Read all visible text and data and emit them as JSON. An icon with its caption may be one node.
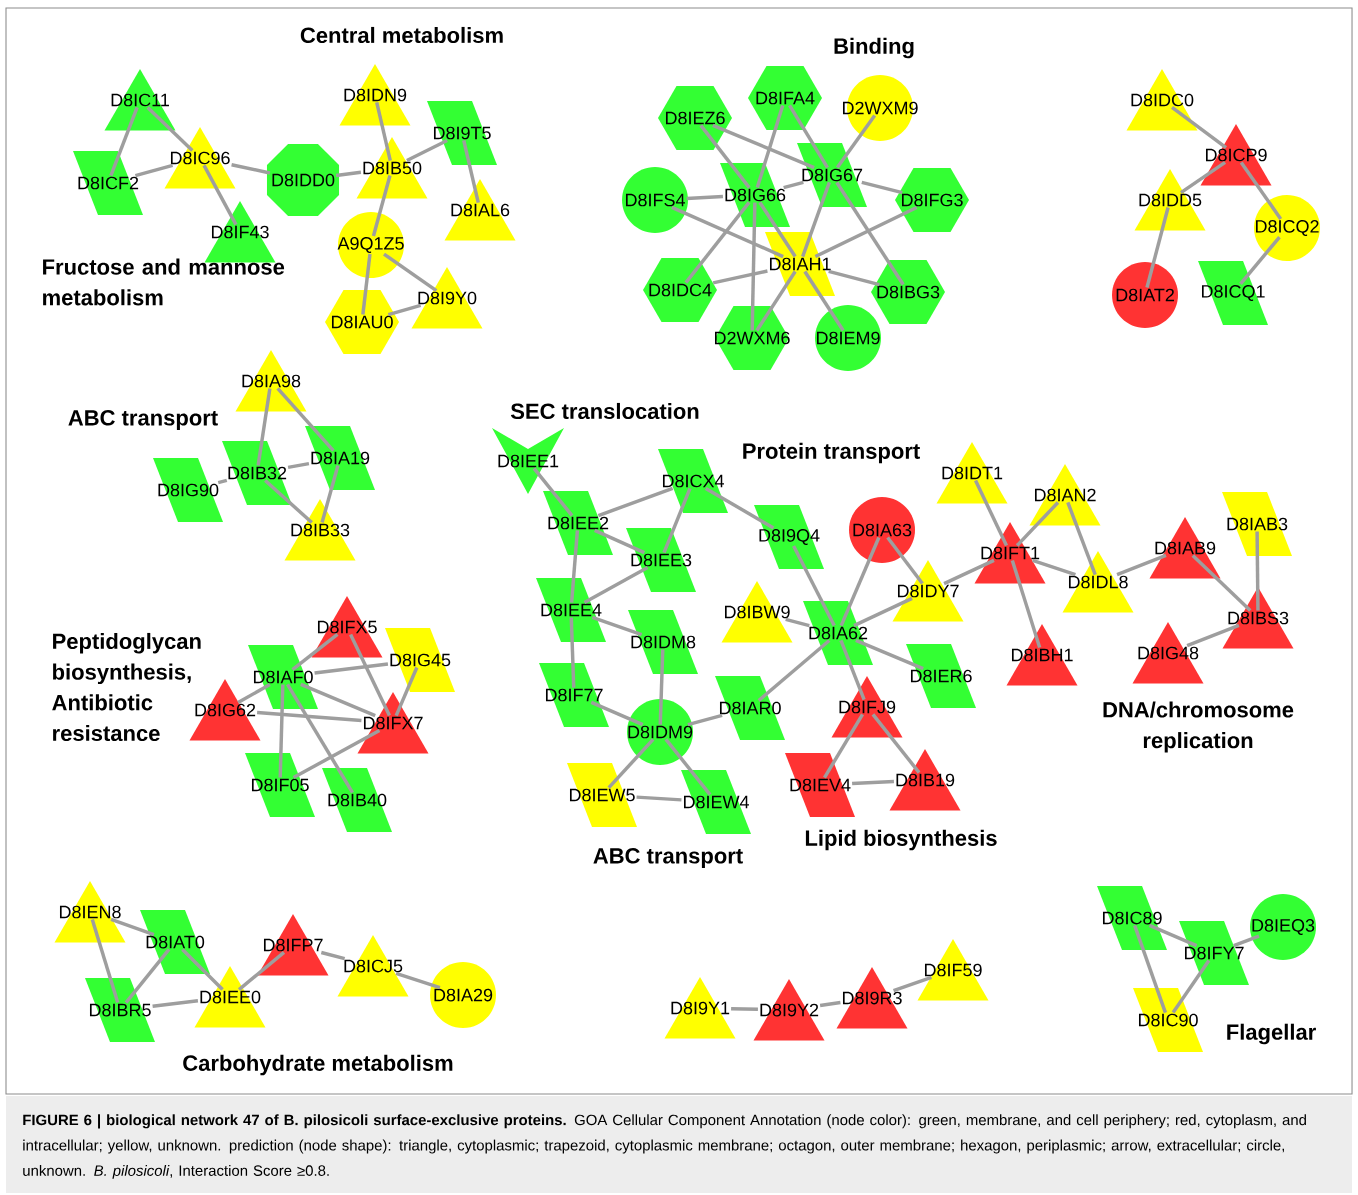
{
  "diagram": {
    "caption": "**FIGURE 6 | biological network 47 of B. pilosicoli surface-exclusive proteins.** GOA Cellular Component Annotation (node color): green, membrane, and cell periphery; red, cytoplasm, and intracellular; yellow, unknown. prediction (node shape): triangle, cytoplasmic; trapezoid, cytoplasmic membrane; octagon, outer membrane; hexagon, periplasmic; arrow, extracellular; circle, unknown. *B. pilosicoli*, Interaction Score ≥0.8.",
    "nodes": [
      {
        "text": [
          "D8IC11"
        ]
      },
      {
        "text": [
          "D8ICF2"
        ]
      },
      {
        "text": [
          "D8IC96"
        ]
      },
      {
        "text": [
          "D8IF43"
        ]
      },
      {
        "text": [
          "D8IDD0"
        ]
      },
      {
        "text": [
          "D8IDN9"
        ]
      },
      {
        "text": [
          "D8IB50"
        ]
      },
      {
        "text": [
          "D8I9T5"
        ]
      },
      {
        "text": [
          "D8IAL6"
        ]
      },
      {
        "text": [
          "A9Q1Z5"
        ]
      },
      {
        "text": [
          "D8IAU0"
        ]
      },
      {
        "text": [
          "D8I9Y0"
        ]
      },
      {
        "text": [
          "D8IFA4"
        ]
      },
      {
        "text": [
          "D8IEZ6"
        ]
      },
      {
        "text": [
          "D2WXM9"
        ]
      },
      {
        "text": [
          "D8IFS4"
        ]
      },
      {
        "text": [
          "D8IG66"
        ]
      },
      {
        "text": [
          "D8IG67"
        ]
      },
      {
        "text": [
          "D8IFG3"
        ]
      },
      {
        "text": [
          "D8IAH1"
        ]
      },
      {
        "text": [
          "D8IDC4"
        ]
      },
      {
        "text": [
          "D8IBG3"
        ]
      },
      {
        "text": [
          "D2WXM6"
        ]
      },
      {
        "text": [
          "D8IEM9"
        ]
      },
      {
        "text": [
          "D8IDC0"
        ]
      },
      {
        "text": [
          "D8ICP9"
        ]
      },
      {
        "text": [
          "D8IDD5"
        ]
      },
      {
        "text": [
          "D8ICQ2"
        ]
      },
      {
        "text": [
          "D8IAT2"
        ]
      },
      {
        "text": [
          "D8ICQ1"
        ]
      },
      {
        "text": [
          "D8IA98"
        ]
      },
      {
        "text": [
          "D8IB32"
        ]
      },
      {
        "text": [
          "D8IA19"
        ]
      },
      {
        "text": [
          "D8IG90"
        ]
      },
      {
        "text": [
          "D8IB33"
        ]
      },
      {
        "text": [
          "D8IFX5"
        ]
      },
      {
        "text": [
          "D8IG45"
        ]
      },
      {
        "text": [
          "D8IAF0"
        ]
      },
      {
        "text": [
          "D8IG62"
        ]
      },
      {
        "text": [
          "D8IFX7"
        ]
      },
      {
        "text": [
          "D8IF05"
        ]
      },
      {
        "text": [
          "D8IB40"
        ]
      },
      {
        "text": [
          "D8IEE1"
        ]
      },
      {
        "text": [
          "D8ICX4"
        ]
      },
      {
        "text": [
          "D8IEE2"
        ]
      },
      {
        "text": [
          "D8IEE3"
        ]
      },
      {
        "text": [
          "D8I9Q4"
        ]
      },
      {
        "text": [
          "D8IA63"
        ]
      },
      {
        "text": [
          "D8IEE4"
        ]
      },
      {
        "text": [
          "D8IDM8"
        ]
      },
      {
        "text": [
          "D8IBW9"
        ]
      },
      {
        "text": [
          "D8IA62"
        ]
      },
      {
        "text": [
          "D8IDY7"
        ]
      },
      {
        "text": [
          "D8IER6"
        ]
      },
      {
        "text": [
          "D8IF77"
        ]
      },
      {
        "text": [
          "D8IAR0"
        ]
      },
      {
        "text": [
          "D8IDM9"
        ]
      },
      {
        "text": [
          "D8IFJ9"
        ]
      },
      {
        "text": [
          "D8IEW5"
        ]
      },
      {
        "text": [
          "D8IEW4"
        ]
      },
      {
        "text": [
          "D8IEV4"
        ]
      },
      {
        "text": [
          "D8IB19"
        ]
      },
      {
        "text": [
          "D8IDT1"
        ]
      },
      {
        "text": [
          "D8IAN2"
        ]
      },
      {
        "text": [
          "D8IFT1"
        ]
      },
      {
        "text": [
          "D8IDL8"
        ]
      },
      {
        "text": [
          "D8IAB9"
        ]
      },
      {
        "text": [
          "D8IAB3"
        ]
      },
      {
        "text": [
          "D8IBS3"
        ]
      },
      {
        "text": [
          "D8IBH1"
        ]
      },
      {
        "text": [
          "D8IG48"
        ]
      },
      {
        "text": [
          "D8IEN8"
        ]
      },
      {
        "text": [
          "D8IAT0"
        ]
      },
      {
        "text": [
          "D8IFP7"
        ]
      },
      {
        "text": [
          "D8ICJ5"
        ]
      },
      {
        "text": [
          "D8IA29"
        ]
      },
      {
        "text": [
          "D8IBR5"
        ]
      },
      {
        "text": [
          "D8IEE0"
        ]
      },
      {
        "text": [
          "D8I9Y1"
        ]
      },
      {
        "text": [
          "D8I9Y2"
        ]
      },
      {
        "text": [
          "D8I9R3"
        ]
      },
      {
        "text": [
          "D8IF59"
        ]
      },
      {
        "text": [
          "D8IC89"
        ]
      },
      {
        "text": [
          "D8IFY7"
        ]
      },
      {
        "text": [
          "D8IEQ3"
        ]
      },
      {
        "text": [
          "D8IC90"
        ]
      }
    ],
    "edges": [
      {
        "from": 0,
        "to": 1,
        "arrow": "none"
      },
      {
        "from": 0,
        "to": 2,
        "arrow": "none"
      },
      {
        "from": 1,
        "to": 2,
        "arrow": "none"
      },
      {
        "from": 2,
        "to": 3,
        "arrow": "none"
      },
      {
        "from": 2,
        "to": 4,
        "arrow": "none"
      },
      {
        "from": 4,
        "to": 6,
        "arrow": "none"
      },
      {
        "from": 5,
        "to": 6,
        "arrow": "none"
      },
      {
        "from": 6,
        "to": 7,
        "arrow": "none"
      },
      {
        "from": 7,
        "to": 8,
        "arrow": "none"
      },
      {
        "from": 6,
        "to": 9,
        "arrow": "none"
      },
      {
        "from": 9,
        "to": 10,
        "arrow": "none"
      },
      {
        "from": 9,
        "to": 11,
        "arrow": "none"
      },
      {
        "from": 10,
        "to": 11,
        "arrow": "none"
      },
      {
        "from": 16,
        "to": 17,
        "arrow": "none"
      },
      {
        "from": 16,
        "to": 19,
        "arrow": "none"
      },
      {
        "from": 17,
        "to": 19,
        "arrow": "none"
      },
      {
        "from": 12,
        "to": 16,
        "arrow": "none"
      },
      {
        "from": 12,
        "to": 17,
        "arrow": "none"
      },
      {
        "from": 13,
        "to": 16,
        "arrow": "none"
      },
      {
        "from": 13,
        "to": 17,
        "arrow": "none"
      },
      {
        "from": 14,
        "to": 17,
        "arrow": "none"
      },
      {
        "from": 15,
        "to": 16,
        "arrow": "none"
      },
      {
        "from": 15,
        "to": 19,
        "arrow": "none"
      },
      {
        "from": 18,
        "to": 17,
        "arrow": "none"
      },
      {
        "from": 18,
        "to": 19,
        "arrow": "none"
      },
      {
        "from": 20,
        "to": 16,
        "arrow": "none"
      },
      {
        "from": 20,
        "to": 19,
        "arrow": "none"
      },
      {
        "from": 21,
        "to": 17,
        "arrow": "none"
      },
      {
        "from": 21,
        "to": 19,
        "arrow": "none"
      },
      {
        "from": 22,
        "to": 16,
        "arrow": "none"
      },
      {
        "from": 22,
        "to": 19,
        "arrow": "none"
      },
      {
        "from": 23,
        "to": 19,
        "arrow": "none"
      },
      {
        "from": 24,
        "to": 25,
        "arrow": "none"
      },
      {
        "from": 25,
        "to": 26,
        "arrow": "none"
      },
      {
        "from": 25,
        "to": 27,
        "arrow": "none"
      },
      {
        "from": 26,
        "to": 28,
        "arrow": "none"
      },
      {
        "from": 27,
        "to": 29,
        "arrow": "none"
      },
      {
        "from": 30,
        "to": 31,
        "arrow": "none"
      },
      {
        "from": 30,
        "to": 32,
        "arrow": "none"
      },
      {
        "from": 31,
        "to": 32,
        "arrow": "none"
      },
      {
        "from": 31,
        "to": 33,
        "arrow": "none"
      },
      {
        "from": 31,
        "to": 34,
        "arrow": "none"
      },
      {
        "from": 32,
        "to": 34,
        "arrow": "none"
      },
      {
        "from": 37,
        "to": 35,
        "arrow": "none"
      },
      {
        "from": 37,
        "to": 36,
        "arrow": "none"
      },
      {
        "from": 37,
        "to": 38,
        "arrow": "none"
      },
      {
        "from": 37,
        "to": 39,
        "arrow": "none"
      },
      {
        "from": 37,
        "to": 40,
        "arrow": "none"
      },
      {
        "from": 37,
        "to": 41,
        "arrow": "none"
      },
      {
        "from": 35,
        "to": 39,
        "arrow": "none"
      },
      {
        "from": 36,
        "to": 39,
        "arrow": "none"
      },
      {
        "from": 38,
        "to": 39,
        "arrow": "none"
      },
      {
        "from": 39,
        "to": 40,
        "arrow": "none"
      },
      {
        "from": 42,
        "to": 44,
        "arrow": "none"
      },
      {
        "from": 44,
        "to": 43,
        "arrow": "none"
      },
      {
        "from": 43,
        "to": 45,
        "arrow": "none"
      },
      {
        "from": 44,
        "to": 45,
        "arrow": "none"
      },
      {
        "from": 43,
        "to": 46,
        "arrow": "none"
      },
      {
        "from": 44,
        "to": 48,
        "arrow": "none"
      },
      {
        "from": 45,
        "to": 48,
        "arrow": "none"
      },
      {
        "from": 48,
        "to": 49,
        "arrow": "none"
      },
      {
        "from": 48,
        "to": 54,
        "arrow": "none"
      },
      {
        "from": 49,
        "to": 56,
        "arrow": "none"
      },
      {
        "from": 54,
        "to": 56,
        "arrow": "none"
      },
      {
        "from": 56,
        "to": 55,
        "arrow": "none"
      },
      {
        "from": 56,
        "to": 58,
        "arrow": "none"
      },
      {
        "from": 56,
        "to": 59,
        "arrow": "none"
      },
      {
        "from": 58,
        "to": 59,
        "arrow": "none"
      },
      {
        "from": 46,
        "to": 51,
        "arrow": "none"
      },
      {
        "from": 50,
        "to": 51,
        "arrow": "none"
      },
      {
        "from": 51,
        "to": 47,
        "arrow": "none"
      },
      {
        "from": 47,
        "to": 52,
        "arrow": "none"
      },
      {
        "from": 51,
        "to": 52,
        "arrow": "none"
      },
      {
        "from": 51,
        "to": 53,
        "arrow": "none"
      },
      {
        "from": 55,
        "to": 51,
        "arrow": "none"
      },
      {
        "from": 51,
        "to": 57,
        "arrow": "none"
      },
      {
        "from": 57,
        "to": 60,
        "arrow": "none"
      },
      {
        "from": 57,
        "to": 61,
        "arrow": "none"
      },
      {
        "from": 60,
        "to": 61,
        "arrow": "none"
      },
      {
        "from": 52,
        "to": 64,
        "arrow": "none"
      },
      {
        "from": 62,
        "to": 64,
        "arrow": "none"
      },
      {
        "from": 63,
        "to": 64,
        "arrow": "none"
      },
      {
        "from": 63,
        "to": 65,
        "arrow": "none"
      },
      {
        "from": 64,
        "to": 65,
        "arrow": "none"
      },
      {
        "from": 64,
        "to": 69,
        "arrow": "none"
      },
      {
        "from": 65,
        "to": 66,
        "arrow": "none"
      },
      {
        "from": 66,
        "to": 68,
        "arrow": "none"
      },
      {
        "from": 67,
        "to": 68,
        "arrow": "none"
      },
      {
        "from": 68,
        "to": 70,
        "arrow": "none"
      },
      {
        "from": 71,
        "to": 76,
        "arrow": "none"
      },
      {
        "from": 71,
        "to": 72,
        "arrow": "none"
      },
      {
        "from": 72,
        "to": 76,
        "arrow": "none"
      },
      {
        "from": 72,
        "to": 77,
        "arrow": "none"
      },
      {
        "from": 76,
        "to": 77,
        "arrow": "none"
      },
      {
        "from": 77,
        "to": 73,
        "arrow": "none"
      },
      {
        "from": 73,
        "to": 74,
        "arrow": "none"
      },
      {
        "from": 74,
        "to": 75,
        "arrow": "none"
      },
      {
        "from": 78,
        "to": 79,
        "arrow": "none"
      },
      {
        "from": 79,
        "to": 80,
        "arrow": "none"
      },
      {
        "from": 80,
        "to": 81,
        "arrow": "none"
      },
      {
        "from": 82,
        "to": 83,
        "arrow": "none"
      },
      {
        "from": 83,
        "to": 84,
        "arrow": "none"
      },
      {
        "from": 83,
        "to": 85,
        "arrow": "none"
      },
      {
        "from": 82,
        "to": 85,
        "arrow": "none"
      }
    ],
    "labels": [
      "Central metabolism",
      "Binding",
      "Fructose and mannose metabolism",
      "ABC transport",
      "SEC translocation",
      "Protein transport",
      "Peptidoglycan biosynthesis, Antibiotic resistance",
      "DNA/chromosome replication",
      "ABC transport",
      "Lipid biosynthesis",
      "Carbohydrate metabolism",
      "Flagellar"
    ]
  }
}
